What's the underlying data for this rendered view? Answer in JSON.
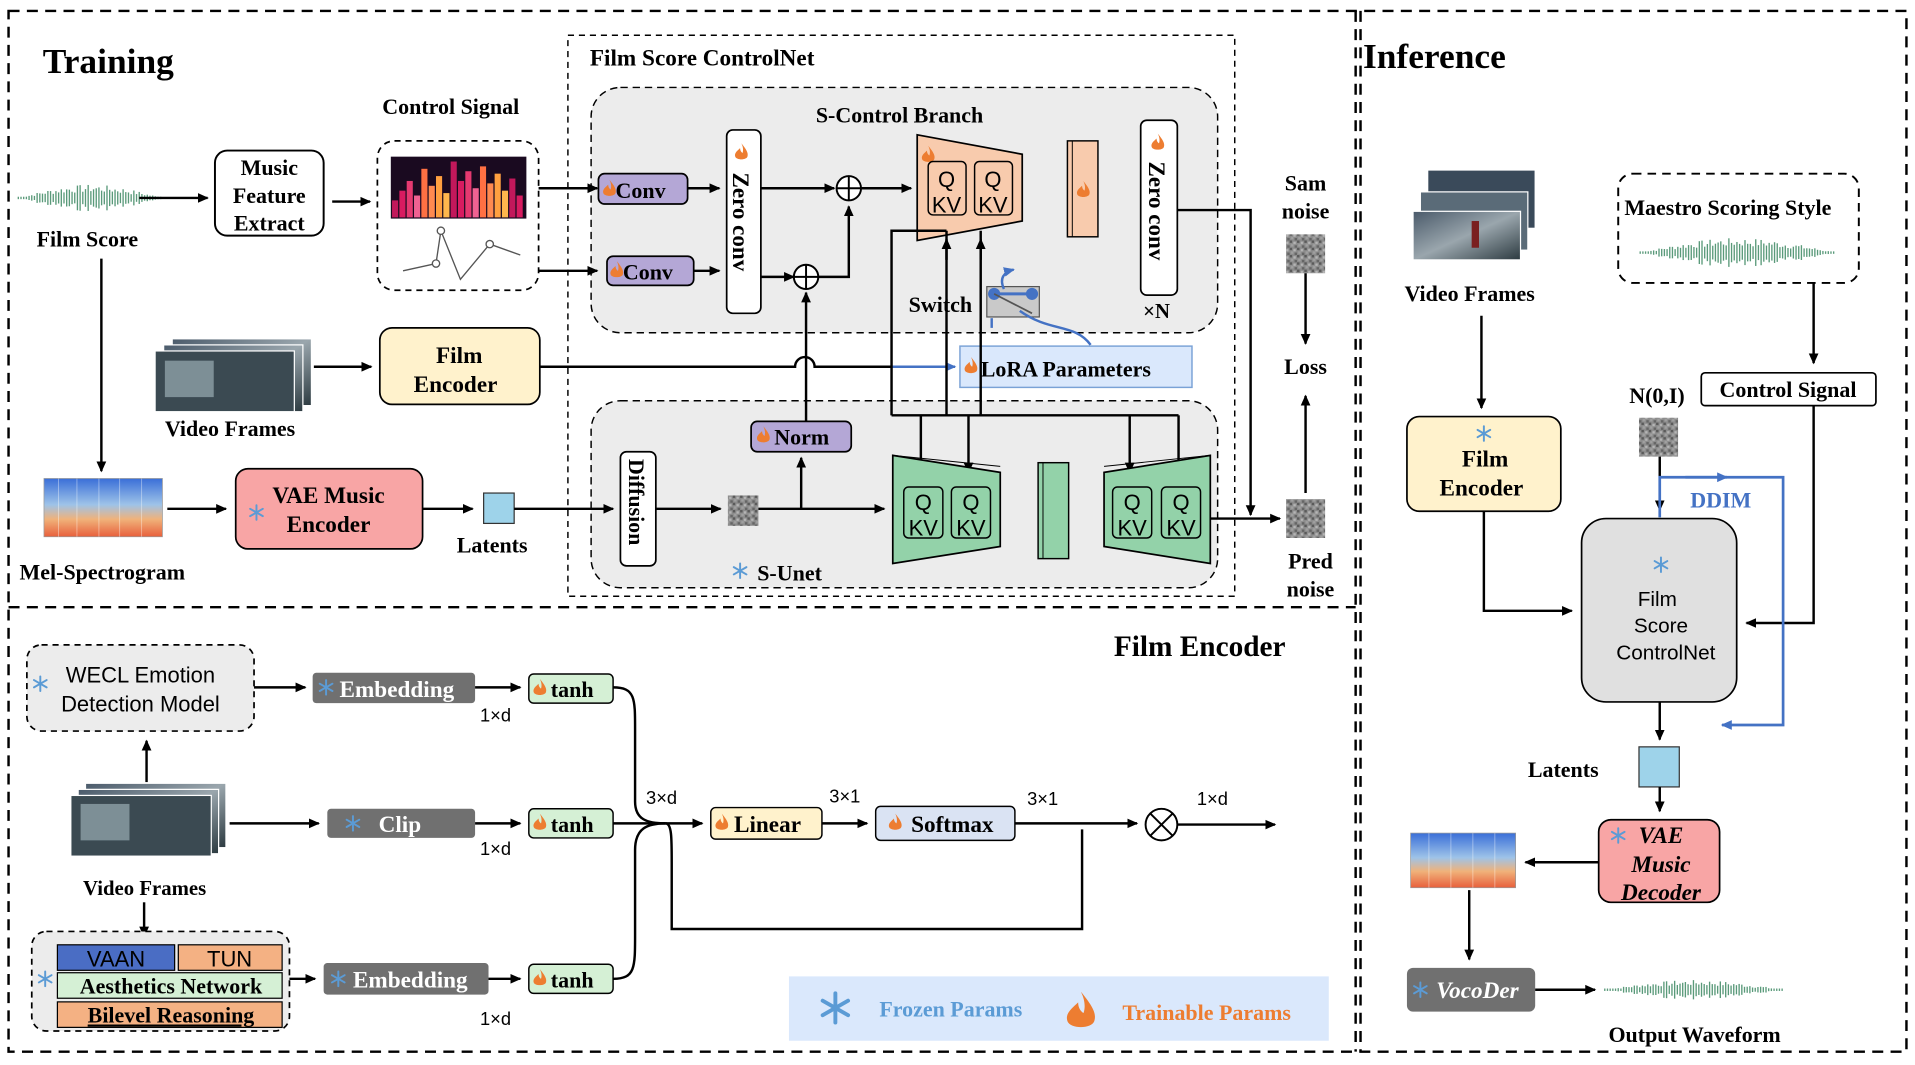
{
  "sections": {
    "training": "Training",
    "inference": "Inference",
    "film_encoder": "Film Encoder",
    "controlnet": "Film Score ControlNet",
    "s_control_branch": "S-Control Branch",
    "s_unet": "S-Unet"
  },
  "training": {
    "film_score": "Film Score",
    "music_feature_extract": [
      "Music",
      "Feature",
      "Extract"
    ],
    "control_signal": "Control Signal",
    "video_frames": "Video Frames",
    "film_encoder": [
      "Film",
      "Encoder"
    ],
    "mel_spectrogram": "Mel-Spectrogram",
    "vae_music_encoder": [
      "VAE Music",
      "Encoder"
    ],
    "latents": "Latents",
    "conv1": "Conv",
    "conv2": "Conv",
    "zero_conv": "Zero conv",
    "zero_conv2": "Zero conv",
    "times_n": "×N",
    "switch": "Switch",
    "lora": "LoRA Parameters",
    "norm": "Norm",
    "diffusion": "Diffusion",
    "q": "Q",
    "kv": "KV",
    "sam_noise": [
      "Sam",
      "noise"
    ],
    "loss": "Loss",
    "pred_noise": [
      "Pred",
      "noise"
    ]
  },
  "inference": {
    "video_frames": "Video Frames",
    "maestro_style": "Maestro Scoring Style",
    "noise": "N(0,I)",
    "control_signal": "Control Signal",
    "film_encoder": [
      "Film",
      "Encoder"
    ],
    "ddim": "DDIM",
    "controlnet": [
      "Film",
      "Score",
      "ControlNet"
    ],
    "latents": "Latents",
    "vae_decoder": [
      "VAE",
      "Music",
      "Decoder"
    ],
    "vocoder": "VocoDer",
    "output_waveform": "Output Waveform"
  },
  "film_encoder": {
    "wecl": [
      "WECL Emotion",
      "Detection Model"
    ],
    "embedding1": "Embedding",
    "embedding2": "Embedding",
    "clip": "Clip",
    "tanh": "tanh",
    "video_frames": "Video Frames",
    "vaan": "VAAN",
    "tun": "TUN",
    "aesthetics": "Aesthetics Network",
    "bilevel": "Bilevel Reasoning",
    "linear": "Linear",
    "softmax": "Softmax",
    "dim_1d": "1×d",
    "dim_3d": "3×d",
    "dim_31": "3×1"
  },
  "legend": {
    "frozen": "Frozen Params",
    "trainable": "Trainable Params"
  },
  "colors": {
    "frozen": "#5b9bd5",
    "trainable": "#ed7d31",
    "film_encoder_fill": "#fff2cc",
    "vae_fill": "#f8a5a5",
    "conv_fill": "#b4a7d6",
    "unet_fill": "#93d2a9",
    "branch_fill": "#f8cbad",
    "lora_fill": "#dae8fc",
    "embedding_fill": "#707070",
    "tanh_fill": "#d5f0d5",
    "linear_fill": "#fff2cc",
    "softmax_fill": "#dae3f3"
  }
}
